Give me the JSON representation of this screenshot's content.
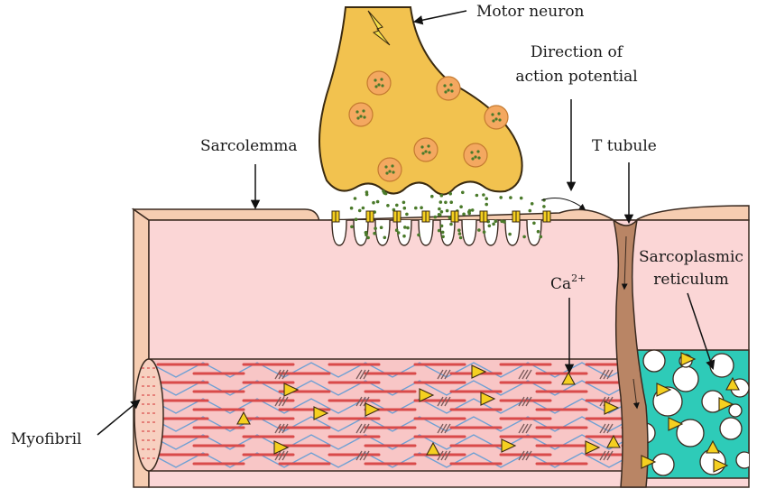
{
  "labels": {
    "motor_neuron": "Motor neuron",
    "direction_line1": "Direction of",
    "direction_line2": "action potential",
    "sarcolemma": "Sarcolemma",
    "t_tubule": "T tubule",
    "sarcoplasmic_line1": "Sarcoplasmic",
    "sarcoplasmic_line2": "reticulum",
    "calcium": "Ca",
    "calcium_charge": "2+",
    "myofibril": "Myofibril"
  },
  "colors": {
    "neuron_fill": "#f2c24f",
    "neuron_stroke": "#3a2a10",
    "vesicle_fill": "#f4a860",
    "vesicle_dot": "#4a7a2a",
    "cell_fill": "#fbd6d6",
    "cell_top": "#f6cdb1",
    "membrane_stroke": "#3a2a20",
    "myofibril_fill": "#f8c6c6",
    "actin_red": "#d94a4a",
    "myosin_blue": "#6ea0d4",
    "t_tubule_fill": "#b98565",
    "sr_fill": "#2ecbb8",
    "calcium_fill": "#f5d020",
    "arrow": "#111111"
  },
  "icons": [
    "lightning-bolt-icon",
    "calcium-triangle-icon",
    "ion-channel-icon"
  ]
}
